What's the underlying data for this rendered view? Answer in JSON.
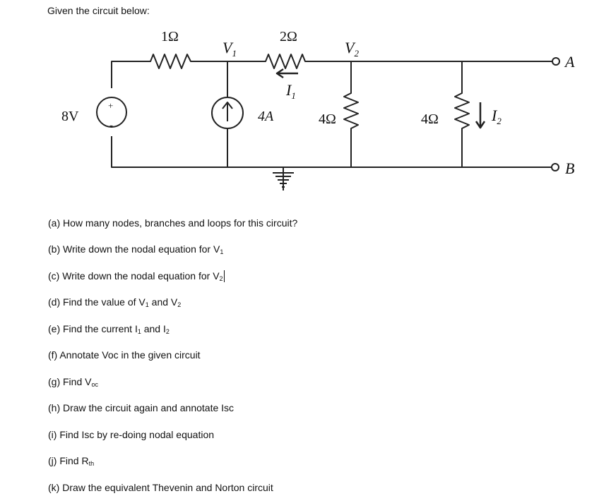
{
  "intro": "Given the circuit below:",
  "circuit": {
    "source_voltage": "8V",
    "r1": "1Ω",
    "r2": "2Ω",
    "r3": "4Ω",
    "r4": "4Ω",
    "node_v1": "V",
    "node_v1_sub": "1",
    "node_v2": "V",
    "node_v2_sub": "2",
    "current_i1": "I",
    "current_i1_sub": "1",
    "current_i2": "I",
    "current_i2_sub": "2",
    "current_source": "4A",
    "terminal_a": "A",
    "terminal_b": "B",
    "plus": "+",
    "minus": "-"
  },
  "questions": [
    {
      "text": "(a) How many nodes, branches and loops for this circuit?"
    },
    {
      "text": "(b) Write down the nodal equation for V",
      "sub": "1"
    },
    {
      "text": "(c) Write down the nodal equation for V",
      "sub": "2"
    },
    {
      "text": "(d) Find the value of V",
      "sub": "1",
      "tail": " and V",
      "sub2": "2"
    },
    {
      "text": "(e) Find the current I",
      "sub": "1",
      "tail": " and I",
      "sub2": "2"
    },
    {
      "text": "(f) Annotate Voc in the given circuit"
    },
    {
      "text": "(g) Find V",
      "sub": "oc"
    },
    {
      "text": "(h) Draw the circuit again and annotate Isc"
    },
    {
      "text": "(i) Find Isc by re-doing nodal equation"
    },
    {
      "text": "(j)  Find R",
      "sub": "th"
    },
    {
      "text": "(k) Draw the equivalent Thevenin and Norton circuit"
    }
  ]
}
